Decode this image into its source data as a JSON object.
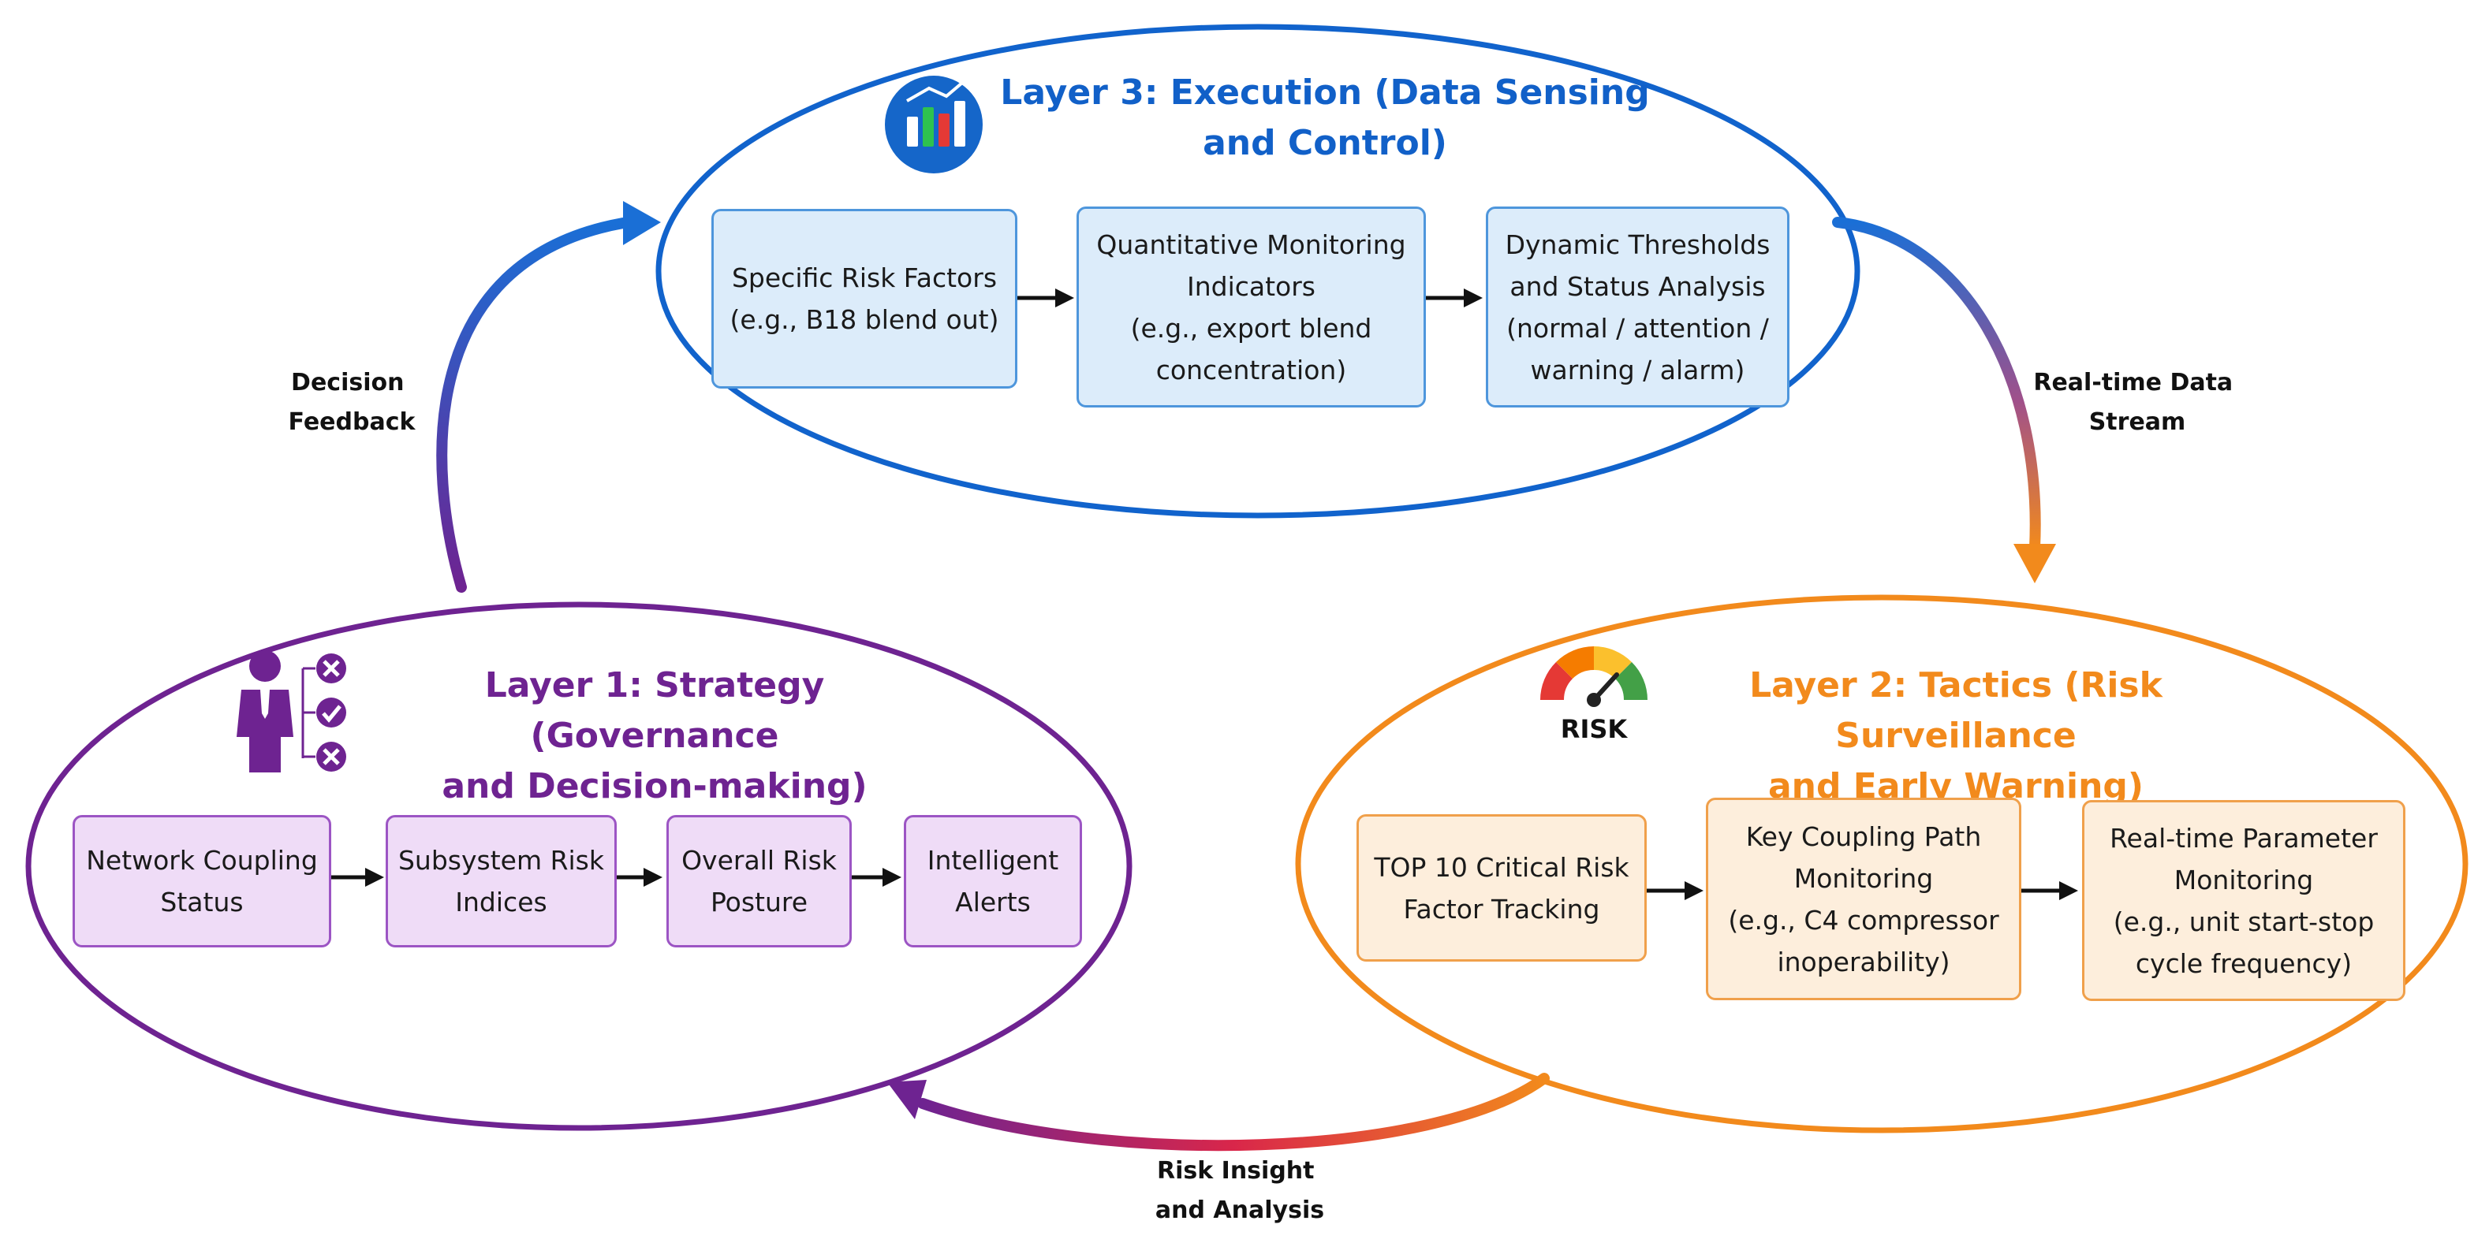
{
  "layer3": {
    "title": "Layer 3:  Execution (Data Sensing\nand Control)",
    "color": "#1160c8",
    "icon": "chart-icon",
    "boxes": [
      "Specific Risk Factors\n(e.g., B18 blend out)",
      "Quantitative Monitoring\nIndicators\n(e.g., export blend\nconcentration)",
      "Dynamic Thresholds\nand Status Analysis\n(normal / attention /\nwarning / alarm)"
    ]
  },
  "layer1": {
    "title": "Layer 1: Strategy (Governance\nand Decision-making)",
    "color": "#6e2391",
    "icon": "decision-maker-icon",
    "boxes": [
      "Network Coupling\nStatus",
      "Subsystem Risk\nIndices",
      "Overall Risk\nPosture",
      "Intelligent\nAlerts"
    ]
  },
  "layer2": {
    "title": "Layer 2: Tactics (Risk Surveillance\nand Early Warning)",
    "color": "#f28a1c",
    "icon": "risk-gauge-icon",
    "icon_label": "RISK",
    "boxes": [
      "TOP 10 Critical Risk\nFactor Tracking",
      "Key Coupling Path\nMonitoring\n(e.g., C4 compressor\ninoperability)",
      "Real-time Parameter\nMonitoring\n(e.g., unit start-stop\ncycle frequency)"
    ]
  },
  "edges": {
    "decision_feedback": "Decision\nFeedback",
    "realtime_stream": "Real-time Data\nStream",
    "risk_insight": "Risk Insight\nand Analysis"
  }
}
